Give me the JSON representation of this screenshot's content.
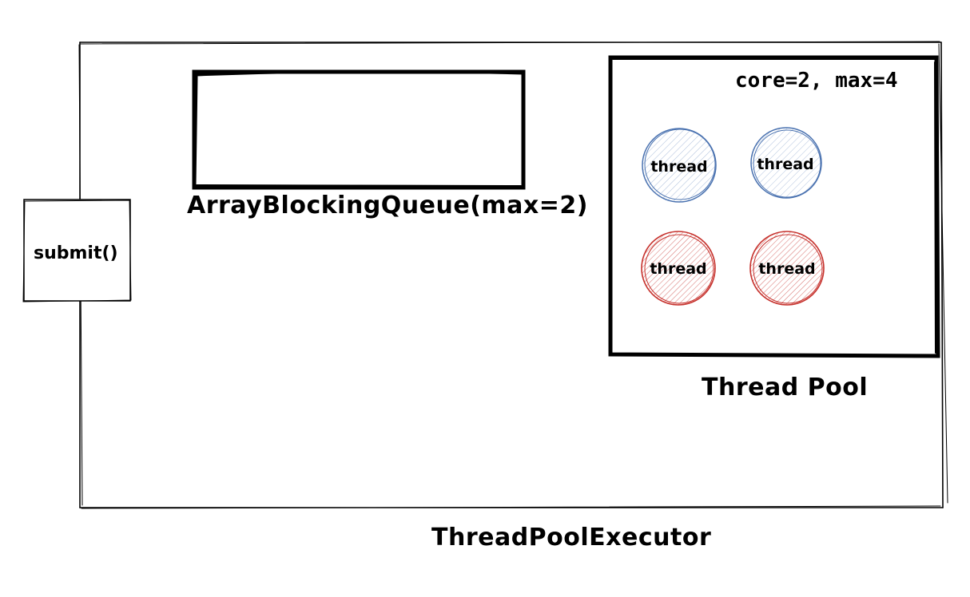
{
  "executor": {
    "label": "ThreadPoolExecutor"
  },
  "submit": {
    "label": "submit()"
  },
  "queue": {
    "label": "ArrayBlockingQueue(max=2)"
  },
  "pool": {
    "label": "Thread Pool",
    "config": "core=2, max=4",
    "threads": [
      {
        "label": "thread",
        "kind": "core",
        "color": "#4a72b0"
      },
      {
        "label": "thread",
        "kind": "core",
        "color": "#4a72b0"
      },
      {
        "label": "thread",
        "kind": "non-core",
        "color": "#c6312c"
      },
      {
        "label": "thread",
        "kind": "non-core",
        "color": "#c6312c"
      }
    ]
  },
  "colors": {
    "stroke": "#000000",
    "core_thread": "#4a72b0",
    "extra_thread": "#c6312c"
  }
}
